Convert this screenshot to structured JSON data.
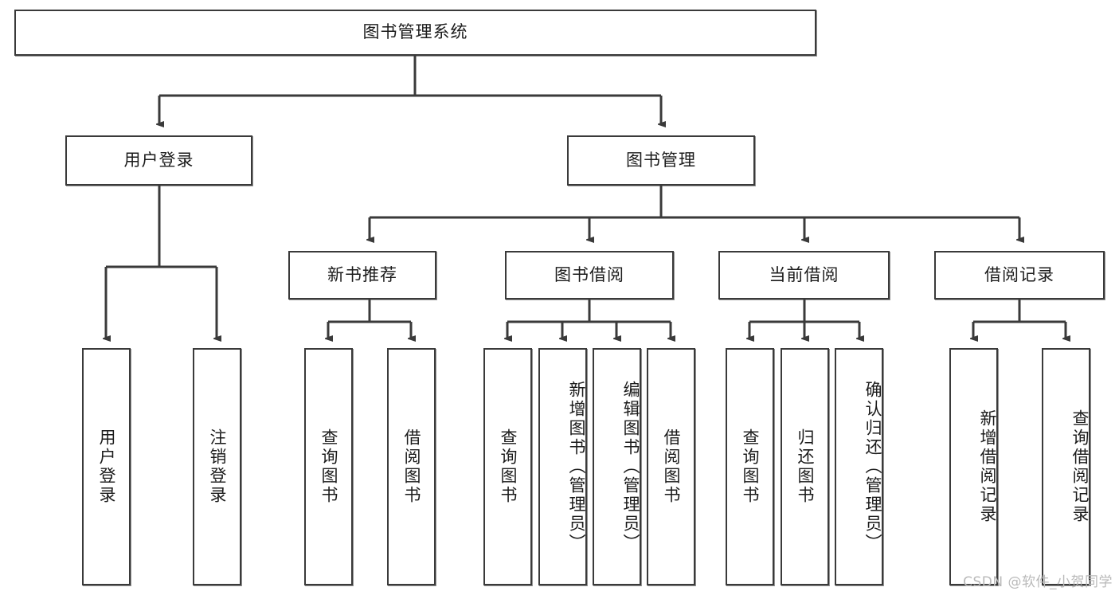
{
  "diagram": {
    "type": "tree",
    "title": "图书管理系统",
    "orientation": "top-down",
    "line_color": "#3a3a3a",
    "box_fill": "#ffffff",
    "text_color": "#1b1b1b",
    "root": {
      "label": "图书管理系统"
    },
    "level2": [
      {
        "label": "用户登录"
      },
      {
        "label": "图书管理"
      }
    ],
    "level3": [
      {
        "label": "新书推荐"
      },
      {
        "label": "图书借阅"
      },
      {
        "label": "当前借阅"
      },
      {
        "label": "借阅记录"
      }
    ],
    "leaves": {
      "user_login": [
        {
          "label": "用户登录"
        },
        {
          "label": "注销登录"
        }
      ],
      "new_book_recommend": [
        {
          "label": "查询图书"
        },
        {
          "label": "借阅图书"
        }
      ],
      "book_borrow": [
        {
          "label": "查询图书"
        },
        {
          "label": "新增图书（管理员）"
        },
        {
          "label": "编辑图书（管理员）"
        },
        {
          "label": "借阅图书"
        }
      ],
      "current_borrow": [
        {
          "label": "查询图书"
        },
        {
          "label": "归还图书"
        },
        {
          "label": "确认归还（管理员）"
        }
      ],
      "borrow_record": [
        {
          "label": "新增借阅记录"
        },
        {
          "label": "查询借阅记录"
        }
      ]
    }
  },
  "watermark": {
    "text": "CSDN @软件_小贺同学"
  }
}
